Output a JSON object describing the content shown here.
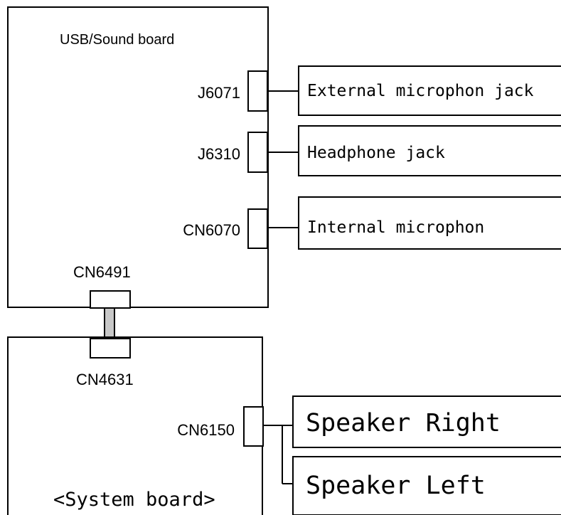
{
  "usb_board": {
    "title": "USB/Sound board",
    "connectors": [
      {
        "id": "J6071",
        "device": "External microphon jack"
      },
      {
        "id": "J6310",
        "device": "Headphone jack"
      },
      {
        "id": "CN6070",
        "device": "Internal microphon"
      }
    ]
  },
  "link": {
    "top_connector": "CN6491",
    "bottom_connector": "CN4631"
  },
  "system_board": {
    "title": "<System board>",
    "connector": "CN6150",
    "devices": [
      "Speaker Right",
      "Speaker Left"
    ]
  }
}
